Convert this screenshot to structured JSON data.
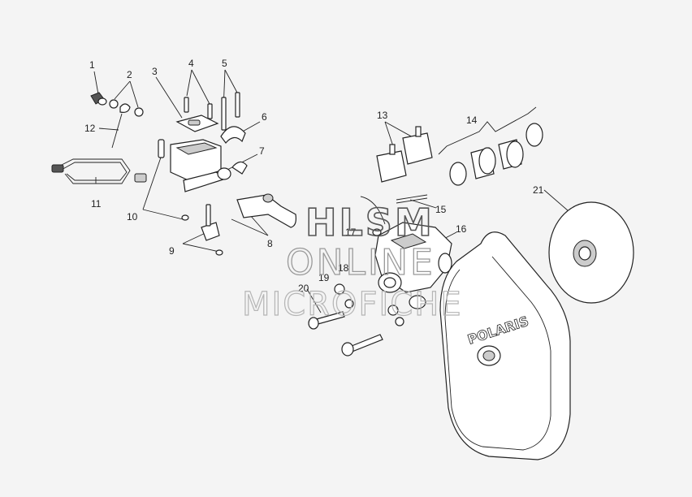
{
  "callouts": [
    "1",
    "2",
    "3",
    "4",
    "5",
    "6",
    "7",
    "8",
    "9",
    "10",
    "11",
    "12",
    "13",
    "14",
    "15",
    "16",
    "17",
    "18",
    "19",
    "20",
    "21"
  ],
  "watermark": {
    "line1": "HLSM",
    "line2": "ONLINE",
    "line3": "MICROFICHE"
  },
  "brand_label": "POLARIS",
  "colors": {
    "background": "#f4f4f4",
    "line": "#222222",
    "watermark_dark": "#555555",
    "watermark_light": "#b5b5b5"
  }
}
